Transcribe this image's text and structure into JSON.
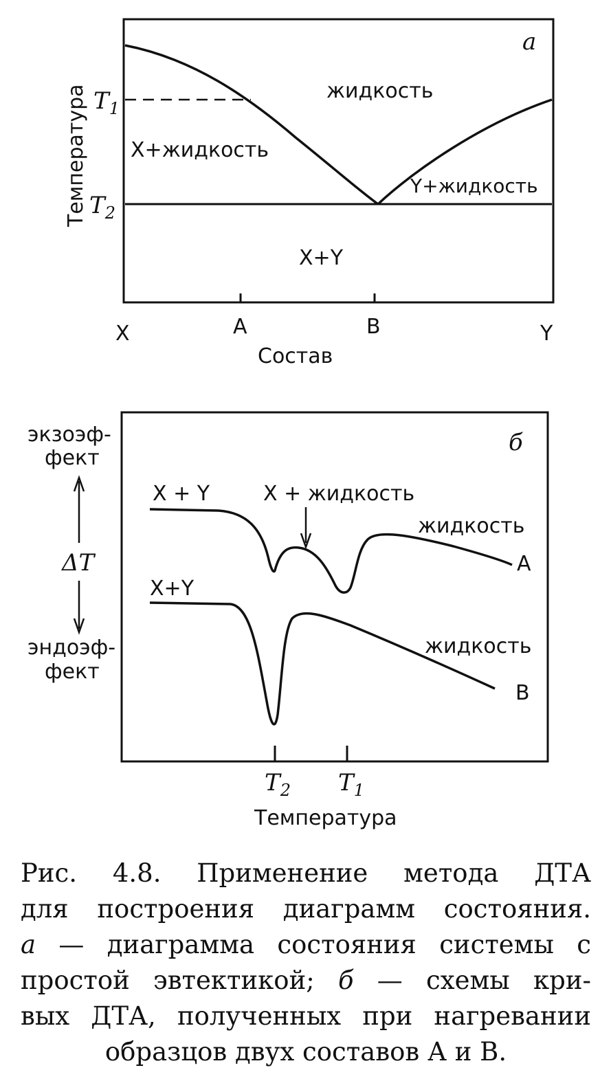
{
  "panel_a": {
    "letter": "a",
    "y_axis_label": "Температура",
    "t1_label": "T",
    "t1_sub": "1",
    "t2_label": "T",
    "t2_sub": "2",
    "x_ticks": [
      "X",
      "A",
      "B",
      "Y"
    ],
    "x_axis_label": "Состав",
    "regions": {
      "liquid": "жидкость",
      "x_liquid": "X+жидкость",
      "y_liquid": "Y+жидкость",
      "xy": "X+Y"
    }
  },
  "panel_b": {
    "letter": "б",
    "exo_line1": "экзоэф-",
    "exo_line2": "фект",
    "endo_line1": "эндоэф-",
    "endo_line2": "фект",
    "delta_t": "ΔT",
    "x_ticks": [
      {
        "label": "T",
        "sub": "2"
      },
      {
        "label": "T",
        "sub": "1"
      }
    ],
    "x_axis_label": "Температура",
    "curve_a": {
      "start": "X + Y",
      "mid": "X + жидкость",
      "end_region": "жидкость",
      "name": "A"
    },
    "curve_b": {
      "start": "X+Y",
      "end_region": "жидкость",
      "name": "B"
    }
  },
  "caption": {
    "line1": "Рис. 4.8. Применение метода ДТА",
    "line2": "для построения диаграмм состояния.",
    "line3_a": "а",
    "line3_rest": " — диаграмма состояния системы с",
    "line4_start": "простой эвтектикой; ",
    "line4_b": "б",
    "line4_rest": " — схемы кри-",
    "line5": "вых ДТА, полученных при нагревании",
    "line6": "образцов двух составов А и В."
  }
}
